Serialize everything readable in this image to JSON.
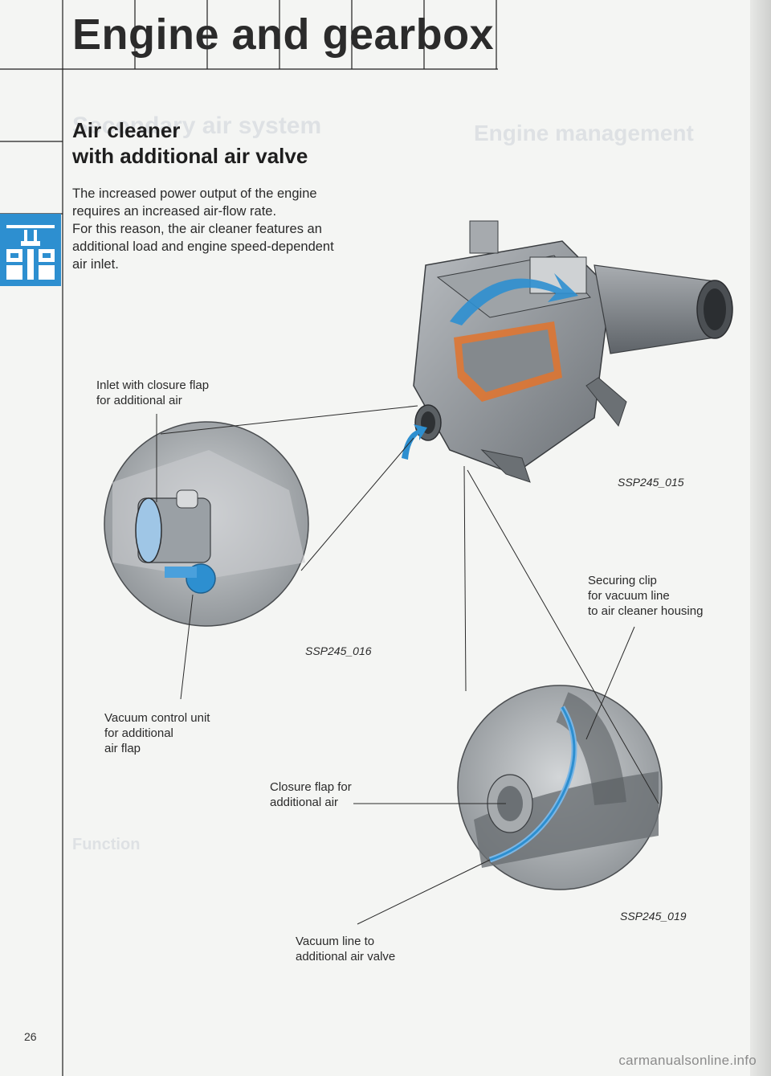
{
  "page": {
    "title": "Engine and gearbox",
    "page_number": "26",
    "watermark": "carmanualsonline.info"
  },
  "section": {
    "heading_line1": "Air cleaner",
    "heading_line2": "with additional air valve",
    "body_lines": [
      "The increased power output of the engine",
      "requires an increased air-flow rate.",
      "For this reason, the air cleaner features an",
      "additional load and engine speed-dependent",
      "air inlet."
    ]
  },
  "labels": {
    "inlet": [
      "Inlet with closure flap",
      "for additional air"
    ],
    "vacuum_control": [
      "Vacuum control unit",
      "for additional",
      "air flap"
    ],
    "closure_flap": [
      "Closure flap for",
      "additional air"
    ],
    "vacuum_line": [
      "Vacuum line to",
      "additional air valve"
    ],
    "securing_clip": [
      "Securing clip",
      "for vacuum line",
      "to air cleaner housing"
    ]
  },
  "figures": {
    "main": "SSP245_015",
    "detail_left": "SSP245_016",
    "detail_right": "SSP245_019"
  },
  "colors": {
    "accent_blue": "#2d8fd0",
    "housing_grey": "#8c9196",
    "foam_orange": "#e2732c"
  }
}
